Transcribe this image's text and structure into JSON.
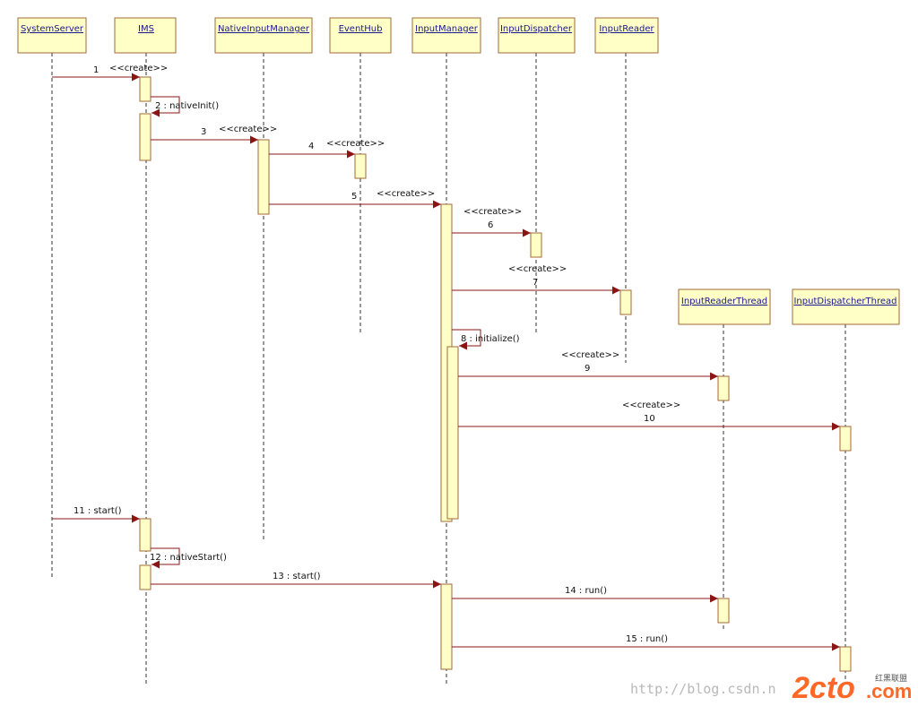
{
  "colors": {
    "box_fill": "#ffffc6",
    "box_stroke": "#a06a3a",
    "lifeline": "#333333",
    "message": "#8b1414",
    "participant_text": "#1a1a8c",
    "watermark": "#c0c0c0",
    "watermark_logo": "#ff4e00"
  },
  "participants": [
    {
      "name": "SystemServer"
    },
    {
      "name": "IMS"
    },
    {
      "name": "NativeInputManager"
    },
    {
      "name": "EventHub"
    },
    {
      "name": "InputManager"
    },
    {
      "name": "InputDispatcher"
    },
    {
      "name": "InputReader"
    },
    {
      "name": "InputReaderThread"
    },
    {
      "name": "InputDispatcherThread"
    }
  ],
  "messages": [
    {
      "num": "1",
      "text": "1",
      "stereotype": "<<create>>",
      "from": "SystemServer",
      "to": "IMS"
    },
    {
      "num": "2",
      "text": "2 : nativeInit()",
      "stereotype": "",
      "from": "IMS",
      "to": "IMS"
    },
    {
      "num": "3",
      "text": "3",
      "stereotype": "<<create>>",
      "from": "IMS",
      "to": "NativeInputManager"
    },
    {
      "num": "4",
      "text": "4",
      "stereotype": "<<create>>",
      "from": "NativeInputManager",
      "to": "EventHub"
    },
    {
      "num": "5",
      "text": "5",
      "stereotype": "<<create>>",
      "from": "NativeInputManager",
      "to": "InputManager"
    },
    {
      "num": "6",
      "text": "6",
      "stereotype": "<<create>>",
      "from": "InputManager",
      "to": "InputDispatcher"
    },
    {
      "num": "7",
      "text": "7",
      "stereotype": "<<create>>",
      "from": "InputManager",
      "to": "InputReader"
    },
    {
      "num": "8",
      "text": "8 : initialize()",
      "stereotype": "",
      "from": "InputManager",
      "to": "InputManager"
    },
    {
      "num": "9",
      "text": "9",
      "stereotype": "<<create>>",
      "from": "InputManager",
      "to": "InputReaderThread"
    },
    {
      "num": "10",
      "text": "10",
      "stereotype": "<<create>>",
      "from": "InputManager",
      "to": "InputDispatcherThread"
    },
    {
      "num": "11",
      "text": "11 : start()",
      "stereotype": "",
      "from": "SystemServer",
      "to": "IMS"
    },
    {
      "num": "12",
      "text": "12 : nativeStart()",
      "stereotype": "",
      "from": "IMS",
      "to": "IMS"
    },
    {
      "num": "13",
      "text": "13 : start()",
      "stereotype": "",
      "from": "IMS",
      "to": "InputManager"
    },
    {
      "num": "14",
      "text": "14 : run()",
      "stereotype": "",
      "from": "InputManager",
      "to": "InputReaderThread"
    },
    {
      "num": "15",
      "text": "15 : run()",
      "stereotype": "",
      "from": "InputManager",
      "to": "InputDispatcherThread"
    }
  ],
  "watermark": {
    "url": "http://blog.csdn.n",
    "logo": "2cto",
    "domain": ".com",
    "cn": "红黑联盟"
  }
}
